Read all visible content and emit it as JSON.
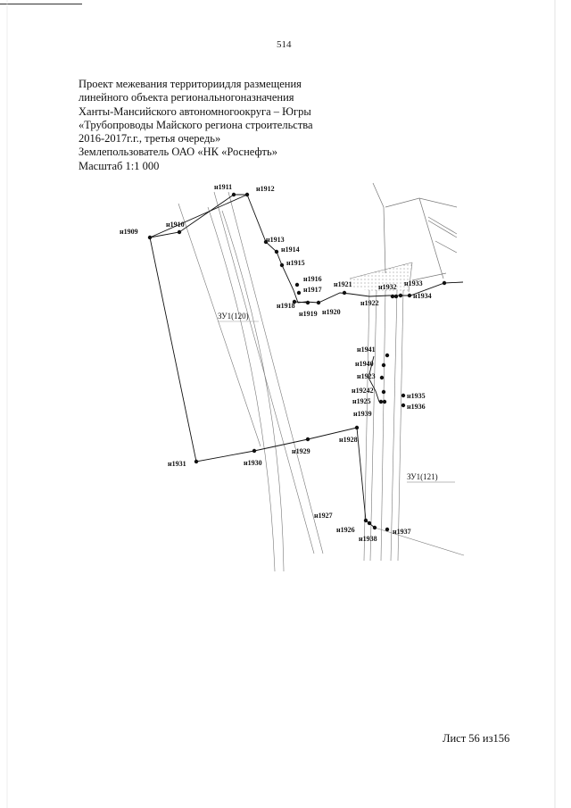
{
  "page_number": "514",
  "header_lines": [
    "Проект межевания территориидля размещения",
    "линейного объекта региональногоназначения",
    "Ханты-Мансийского автономногоокруга – Югры",
    "«Трубопроводы Майского региона строительства",
    "2016-2017г.г., третья очередь»",
    "Землепользователь ОАО «НК «Роснефть»",
    "Масштаб 1:1 000"
  ],
  "sheet_label": "Лист 56 из156",
  "map": {
    "zones": [
      "ЗУ1(120)",
      "ЗУ1(121)"
    ],
    "points": [
      "н1909",
      "н1910",
      "н1911",
      "н1912",
      "н1913",
      "н1914",
      "н1915",
      "н1916",
      "н1917",
      "н1918",
      "н1919",
      "н1920",
      "н1921",
      "н1922",
      "н1932",
      "н1933",
      "н1934",
      "н1941",
      "н1940",
      "н1923",
      "н19242",
      "н1925",
      "н1939",
      "н1935",
      "н1936",
      "н1928",
      "н1929",
      "н1930",
      "н1931",
      "н1927",
      "н1926",
      "н1938",
      "н1937"
    ]
  }
}
